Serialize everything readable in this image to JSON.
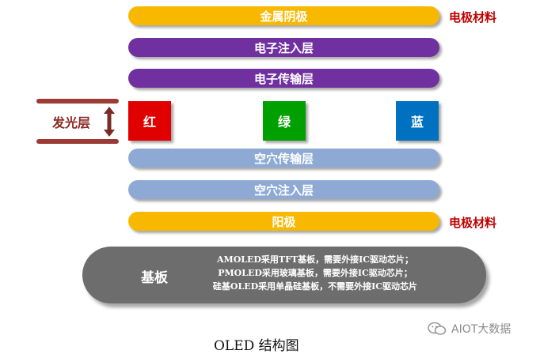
{
  "layers": {
    "cathode": {
      "label": "金属阴极",
      "color": "#f9b800"
    },
    "eil": {
      "label": "电子注入层",
      "color": "#7030a0"
    },
    "etl": {
      "label": "电子传输层",
      "color": "#7030a0"
    },
    "htl": {
      "label": "空穴传输层",
      "color": "#8eaad4"
    },
    "hil": {
      "label": "空穴注入层",
      "color": "#8eaad4"
    },
    "anode": {
      "label": "阳极",
      "color": "#f9b800"
    }
  },
  "side_labels": {
    "top": "电极材料",
    "bottom": "电极材料"
  },
  "emissive": {
    "label": "发光层",
    "red": {
      "label": "红",
      "color": "#e00000"
    },
    "green": {
      "label": "绿",
      "color": "#00a000"
    },
    "blue": {
      "label": "蓝",
      "color": "#0070c0"
    }
  },
  "substrate": {
    "label": "基板",
    "notes": [
      "AMOLED采用TFT基板，需要外接IC驱动芯片；",
      "PMOLED采用玻璃基板，需要外接IC驱动芯片；",
      "硅基OLED采用单晶硅基板，不需要外接IC驱动芯片"
    ]
  },
  "caption": "OLED 结构图",
  "watermark": "AIOT大数据"
}
